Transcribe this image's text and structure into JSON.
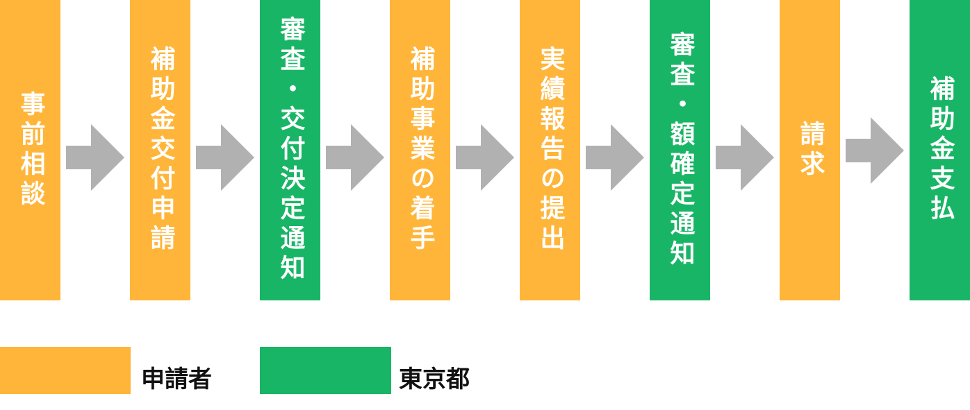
{
  "colors": {
    "applicant": "#FFB53A",
    "tokyo": "#19B566",
    "arrow": "#B1B1B1"
  },
  "steps": [
    {
      "label": "事前相談",
      "actor": "applicant"
    },
    {
      "label": "補助金交付申請",
      "actor": "applicant"
    },
    {
      "label": "審査・交付決定通知",
      "actor": "tokyo"
    },
    {
      "label": "補助事業の着手",
      "actor": "applicant"
    },
    {
      "label": "実績報告の提出",
      "actor": "applicant"
    },
    {
      "label": "審査・額確定通知",
      "actor": "tokyo"
    },
    {
      "label": "請求",
      "actor": "applicant"
    },
    {
      "label": "補助金支払",
      "actor": "tokyo"
    }
  ],
  "arrow_icon": "right-arrow-icon",
  "legend": {
    "applicant_label": "申請者",
    "tokyo_label": "東京都"
  }
}
